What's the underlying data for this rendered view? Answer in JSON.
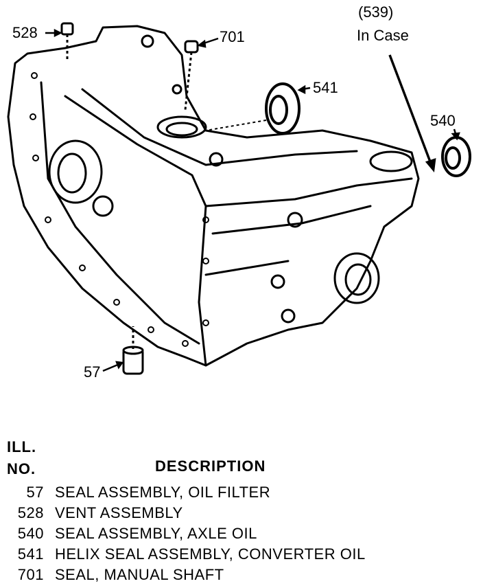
{
  "callouts": {
    "part_528": "528",
    "part_701": "701",
    "part_539": "(539)",
    "in_case": "In Case",
    "part_541": "541",
    "part_540": "540",
    "part_57": "57"
  },
  "legend": {
    "col_ill_1": "ILL.",
    "col_ill_2": "NO.",
    "col_desc": "DESCRIPTION",
    "items": [
      {
        "no": "57",
        "desc": "SEAL ASSEMBLY, OIL FILTER"
      },
      {
        "no": "528",
        "desc": "VENT ASSEMBLY"
      },
      {
        "no": "540",
        "desc": "SEAL ASSEMBLY, AXLE OIL"
      },
      {
        "no": "541",
        "desc": "HELIX SEAL ASSEMBLY, CONVERTER OIL"
      },
      {
        "no": "701",
        "desc": "SEAL, MANUAL SHAFT"
      }
    ]
  }
}
